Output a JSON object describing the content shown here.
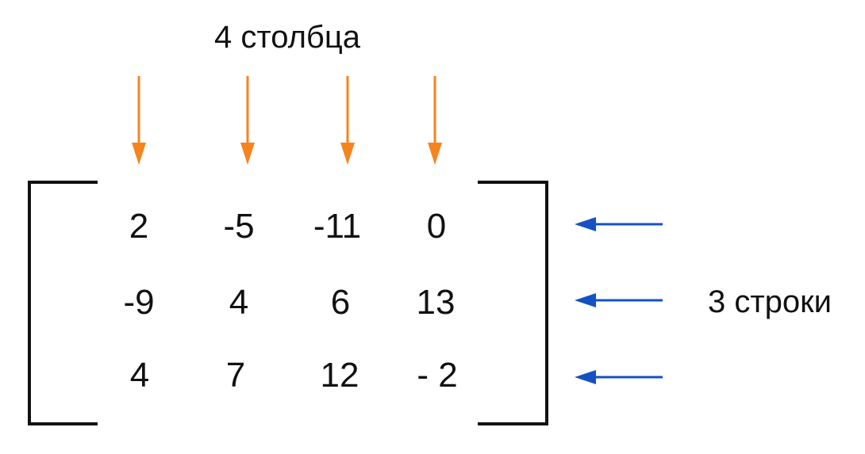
{
  "labels": {
    "columns": "4 столбца",
    "rows": "3 строки"
  },
  "matrix": [
    [
      "2",
      "-5",
      "-11",
      "0"
    ],
    [
      "-9",
      "4",
      "6",
      "13"
    ],
    [
      "4",
      "7",
      "12",
      "- 2"
    ]
  ],
  "colors": {
    "column_arrow": "#F5841F",
    "row_arrow": "#1452C4",
    "bracket": "#111111",
    "text": "#111111"
  }
}
